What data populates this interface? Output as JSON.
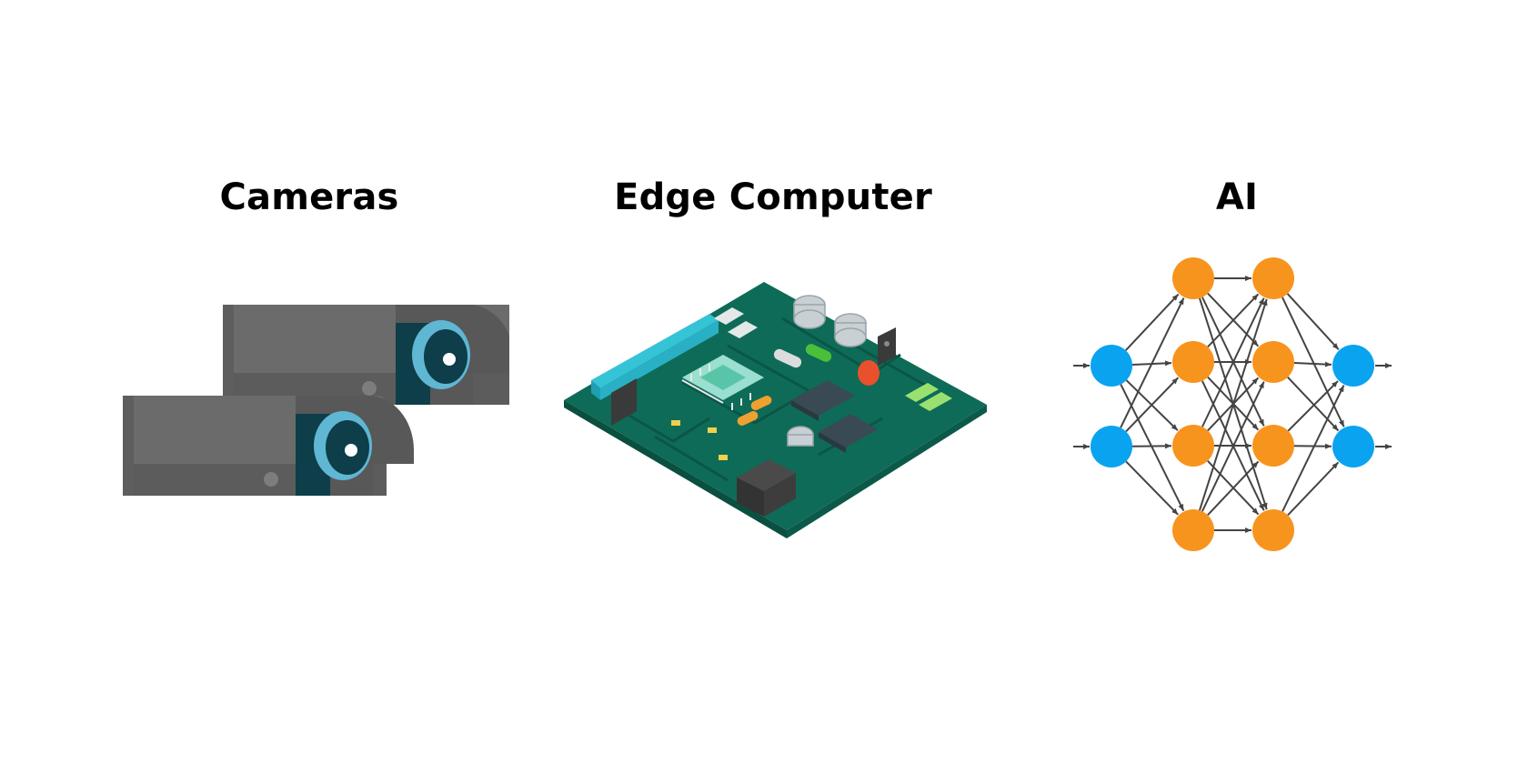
{
  "panels": [
    {
      "id": "cameras",
      "title": "Cameras",
      "icon": "security-cameras-icon"
    },
    {
      "id": "edge",
      "title": "Edge Computer",
      "icon": "circuit-board-icon"
    },
    {
      "id": "ai",
      "title": "AI",
      "icon": "neural-network-icon"
    }
  ],
  "colors": {
    "background": "#ffffff",
    "camera_body": "#6b6b6b",
    "camera_lens": "#5fb7d4",
    "board": "#0e6b57",
    "network_input_output": "#0aa3f0",
    "network_hidden": "#f7941d",
    "network_edges": "#444444"
  },
  "network": {
    "layers": [
      2,
      4,
      4,
      2
    ]
  }
}
